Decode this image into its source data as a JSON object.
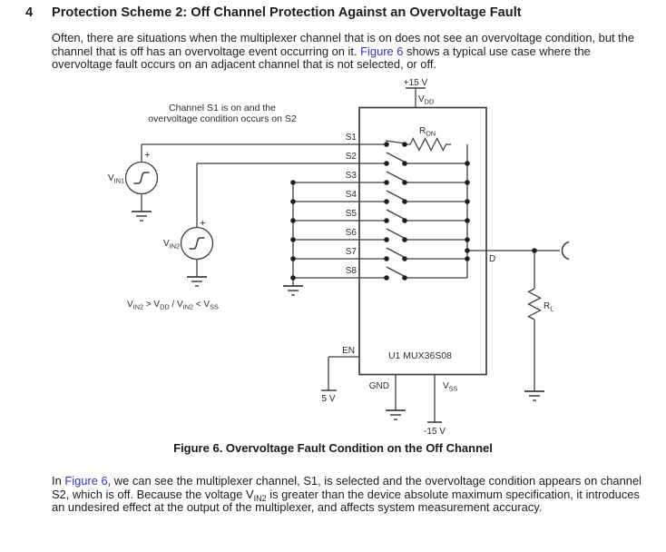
{
  "page": {
    "section_number": "4",
    "title": "Protection Scheme 2: Off Channel Protection Against an Overvoltage Fault",
    "para1": {
      "before_link": "Often, there are situations when the multiplexer channel that is on does not see an overvoltage condition, but the channel that is off has an overvoltage event occurring on it. ",
      "link": "Figure 6",
      "after_link": " shows a typical use case where the overvoltage fault occurs on an adjacent channel that is not selected, or off."
    },
    "caption": "Figure 6. Overvoltage Fault Condition on the Off Channel",
    "para2": {
      "before_link": "In ",
      "link": "Figure 6",
      "mid1": ", we can see the multiplexer channel, S1, is selected and the overvoltage condition appears on channel S2, which is off. Because the voltage V",
      "sub": "IN2",
      "mid2": " is greater than the device absolute maximum specification, it introduces an undesired effect at the output of the multiplexer, and affects system measurement accuracy."
    }
  },
  "diagram": {
    "annotation_line1": "Channel S1 is on and the",
    "annotation_line2": "overvoltage condition occurs on S2",
    "supply_top": "+15 V",
    "vdd": {
      "main": "V",
      "sub": "DD"
    },
    "channels": [
      "S1",
      "S2",
      "S3",
      "S4",
      "S5",
      "S6",
      "S7",
      "S8"
    ],
    "ron": {
      "main": "R",
      "sub": "ON"
    },
    "d_label": "D",
    "rl": {
      "main": "R",
      "sub": "L"
    },
    "vin1": {
      "main": "V",
      "sub": "IN1"
    },
    "vin2": {
      "main": "V",
      "sub": "IN2"
    },
    "plus_sign": "+",
    "formula": {
      "p1": "V",
      "s1": "IN2",
      "p2": " > V",
      "s2": "DD",
      "p3": " / V",
      "s3": "IN2",
      "p4": " < V",
      "s4": "SS"
    },
    "en": "EN",
    "en_supply": "5 V",
    "device": "U1 MUX36S08",
    "gnd": "GND",
    "vss": {
      "main": "V",
      "sub": "SS"
    },
    "neg_supply": "-15 V"
  },
  "colors": {
    "link": "#3333cc",
    "text": "#202020",
    "line": "#3f3f3f"
  }
}
